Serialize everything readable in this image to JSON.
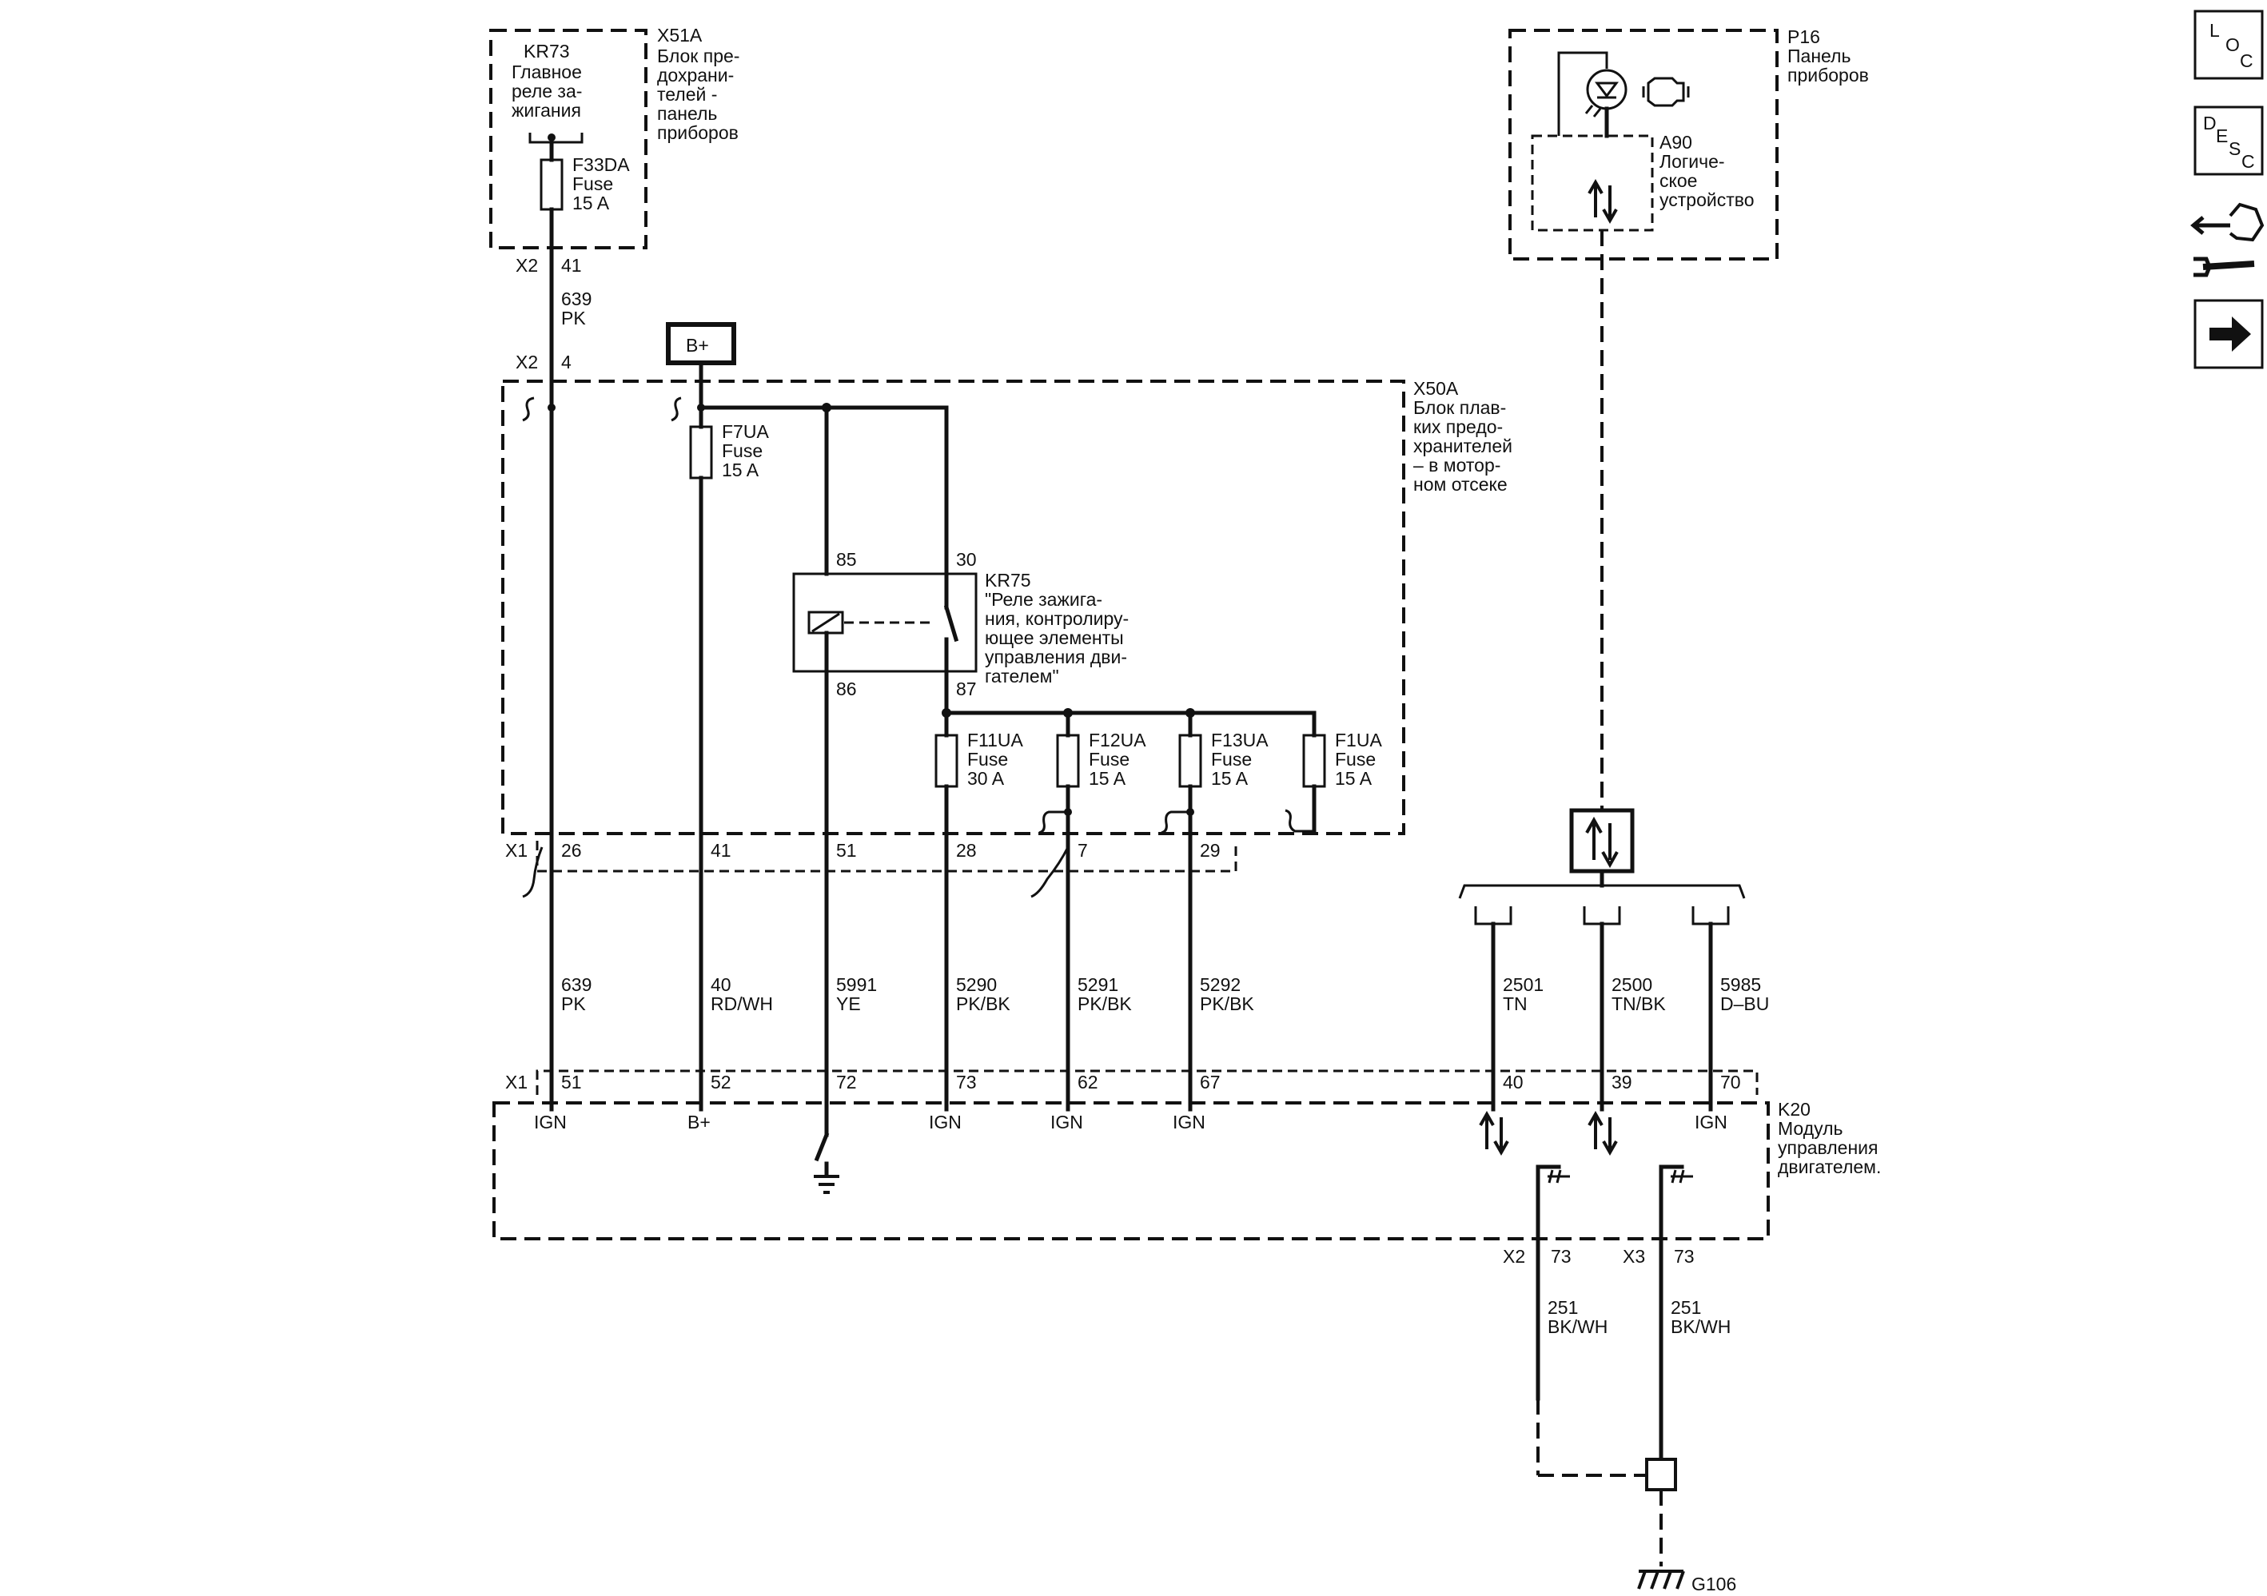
{
  "components": {
    "kr73": [
      "KR73",
      "Главное",
      "реле за-",
      "жигания"
    ],
    "x51a": [
      "X51A",
      "Блок пре-",
      "дохрани-",
      "телей -",
      "панель",
      "приборов"
    ],
    "f33da": [
      "F33DA",
      "Fuse",
      "15 A"
    ],
    "x50a": [
      "X50A",
      "Блок плав-",
      "ких предо-",
      "хранителей",
      "– в мотор-",
      "ном отсеке"
    ],
    "f7ua": [
      "F7UA",
      "Fuse",
      "15 A"
    ],
    "kr75": [
      "KR75",
      "\"Реле зажига-",
      "ния, контролиру-",
      "ющее элементы",
      "управления дви-",
      "гателем\""
    ],
    "f11ua": [
      "F11UA",
      "Fuse",
      "30 A"
    ],
    "f12ua": [
      "F12UA",
      "Fuse",
      "15 A"
    ],
    "f13ua": [
      "F13UA",
      "Fuse",
      "15 A"
    ],
    "f1ua": [
      "F1UA",
      "Fuse",
      "15 A"
    ],
    "p16": [
      "P16",
      "Панель",
      "приборов"
    ],
    "a90": [
      "A90",
      "Логиче-",
      "ское",
      "устройство"
    ],
    "k20": [
      "K20",
      "Модуль",
      "управления",
      "двигателем."
    ],
    "bplus_box": "B+",
    "ground": "G106"
  },
  "connectors": {
    "x2": "X2",
    "x2_b": "X2",
    "x1_a": "X1",
    "x1_b": "X1",
    "k20_x2": "X2",
    "k20_x3": "X3"
  },
  "pins": {
    "x51a_41": "41",
    "x2_4": "4",
    "kr75_85": "85",
    "kr75_30": "30",
    "kr75_86": "86",
    "kr75_87": "87",
    "x1_26": "26",
    "x1_41": "41",
    "x1_51": "51",
    "x1_28": "28",
    "x1_7": "7",
    "x1_29": "29",
    "k20_51": "51",
    "k20_52": "52",
    "k20_72": "72",
    "k20_73": "73",
    "k20_62": "62",
    "k20_67": "67",
    "k20_40": "40",
    "k20_39": "39",
    "k20_70": "70",
    "k20_x2_73": "73",
    "k20_x3_73": "73"
  },
  "wires": {
    "w639_top": [
      "639",
      "PK"
    ],
    "w639": [
      "639",
      "PK"
    ],
    "w40": [
      "40",
      "RD/WH"
    ],
    "w5991": [
      "5991",
      "YE"
    ],
    "w5290": [
      "5290",
      "PK/BK"
    ],
    "w5291": [
      "5291",
      "PK/BK"
    ],
    "w5292": [
      "5292",
      "PK/BK"
    ],
    "w2501": [
      "2501",
      "TN"
    ],
    "w2500": [
      "2500",
      "TN/BK"
    ],
    "w5985": [
      "5985",
      "D–BU"
    ],
    "w251_a": [
      "251",
      "BK/WH"
    ],
    "w251_b": [
      "251",
      "BK/WH"
    ]
  },
  "k20_pin_functions": {
    "p51": "IGN",
    "p52": "B+",
    "p73": "IGN",
    "p62": "IGN",
    "p67": "IGN",
    "p70": "IGN"
  },
  "nav": {
    "loc": [
      "L",
      "O",
      "C"
    ],
    "desc": [
      "D",
      "E",
      "S",
      "C"
    ],
    "icons": [
      "connector-icon",
      "wrench-icon",
      "arrow-right-icon"
    ]
  }
}
